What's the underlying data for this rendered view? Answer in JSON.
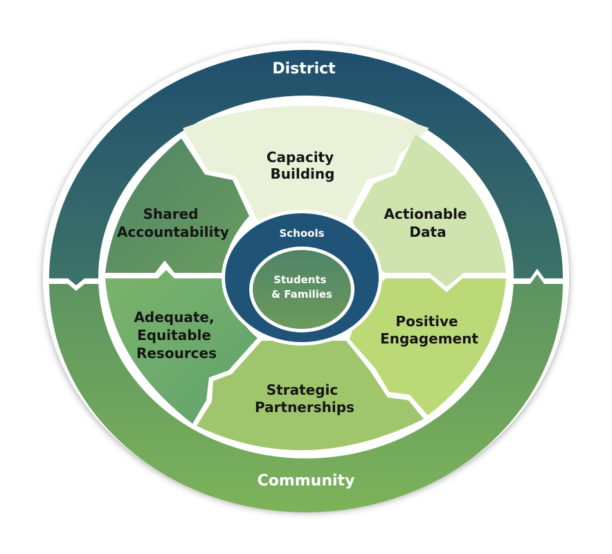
{
  "rings": {
    "outer_top": "District",
    "outer_bottom": "Community"
  },
  "segments": {
    "capacity": [
      "Capacity",
      "Building"
    ],
    "data": [
      "Actionable",
      "Data"
    ],
    "engagement": [
      "Positive",
      "Engagement"
    ],
    "partnerships": [
      "Strategic",
      "Partnerships"
    ],
    "resources": [
      "Adequate,",
      "Equitable",
      "Resources"
    ],
    "accountability": [
      "Shared",
      "Accountability"
    ]
  },
  "core": {
    "schools": "Schools",
    "students": [
      "Students",
      "& Families"
    ]
  },
  "colors": {
    "district": "#1f5070",
    "community": "#6fa55a",
    "capacity": "#e8f2d8",
    "data": "#cde3ac",
    "engagement": "#bcd977",
    "partnerships": "#9fc66c",
    "resources": "#72b06a",
    "accountability": "#5e9162",
    "schools": "#1f5478",
    "students": "#5e9162"
  }
}
